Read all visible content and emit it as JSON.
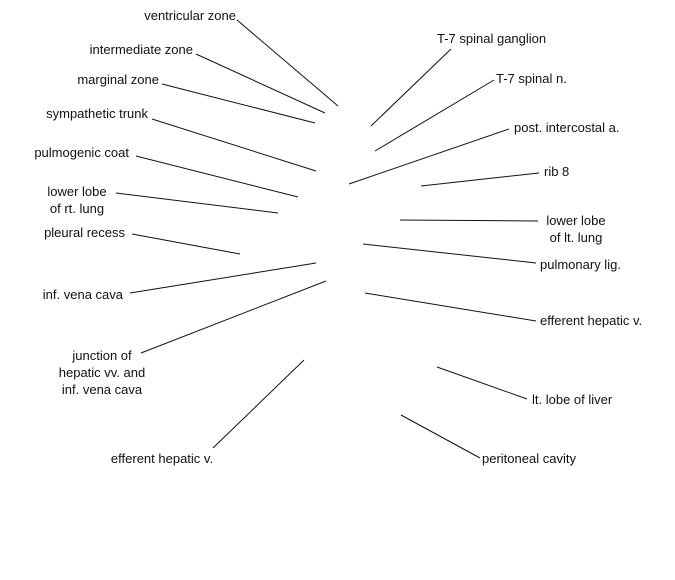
{
  "colors": {
    "background": "#ffffff",
    "leader_line": "#111111",
    "label_text": "#111111"
  },
  "labels": {
    "ventricular_zone": [
      "ventricular zone"
    ],
    "intermediate_zone": [
      "intermediate zone"
    ],
    "marginal_zone": [
      "marginal zone"
    ],
    "sympathetic_trunk": [
      "sympathetic trunk"
    ],
    "pulmogenic_coat": [
      "pulmogenic coat"
    ],
    "lower_lobe_rt_lung": [
      "lower lobe",
      "of rt. lung"
    ],
    "pleural_recess": [
      "pleural recess"
    ],
    "inf_vena_cava": [
      "inf. vena cava"
    ],
    "junction_hepatic": [
      "junction of",
      "hepatic vv. and",
      "inf. vena cava"
    ],
    "efferent_hepatic_left": [
      "efferent hepatic v."
    ],
    "t7_spinal_ganglion": [
      "T-7 spinal ganglion"
    ],
    "t7_spinal_n": [
      "T-7 spinal n."
    ],
    "post_intercostal_a": [
      "post. intercostal a."
    ],
    "rib_8": [
      "rib 8"
    ],
    "lower_lobe_lt_lung": [
      "lower lobe",
      "of lt. lung"
    ],
    "pulmonary_lig": [
      "pulmonary lig."
    ],
    "efferent_hepatic_right": [
      "efferent hepatic v."
    ],
    "lt_lobe_liver": [
      "lt. lobe of liver"
    ],
    "peritoneal_cavity": [
      "peritoneal cavity"
    ]
  }
}
